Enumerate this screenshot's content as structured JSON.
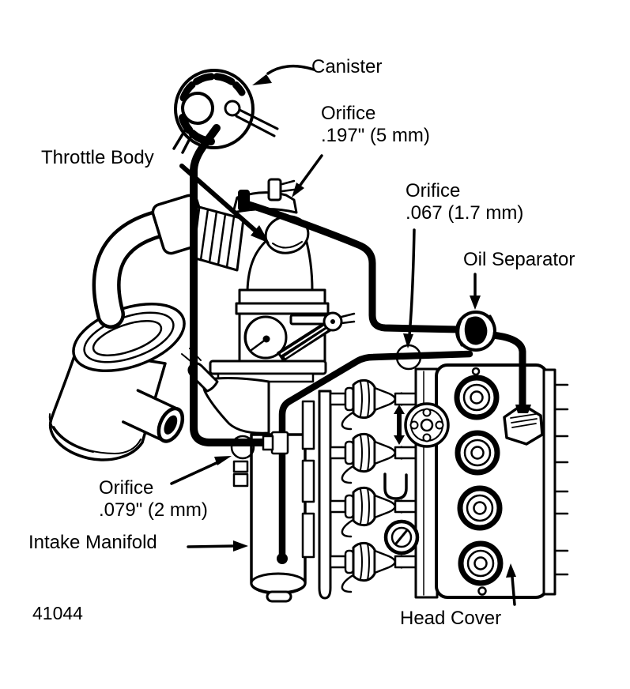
{
  "figure_number": "41044",
  "colors": {
    "ink": "#000000",
    "paper": "#ffffff"
  },
  "labels": {
    "canister": {
      "lines": [
        "Canister"
      ]
    },
    "orifice_5mm": {
      "lines": [
        "Orifice",
        ".197\" (5 mm)"
      ]
    },
    "throttle_body": {
      "lines": [
        "Throttle Body"
      ]
    },
    "orifice_1_7mm": {
      "lines": [
        "Orifice",
        ".067 (1.7 mm)"
      ]
    },
    "oil_separator": {
      "lines": [
        "Oil Separator"
      ]
    },
    "orifice_2mm": {
      "lines": [
        "Orifice",
        ".079\" (2 mm)"
      ]
    },
    "intake_manifold": {
      "lines": [
        "Intake Manifold"
      ]
    },
    "head_cover": {
      "lines": [
        "Head Cover"
      ]
    }
  }
}
